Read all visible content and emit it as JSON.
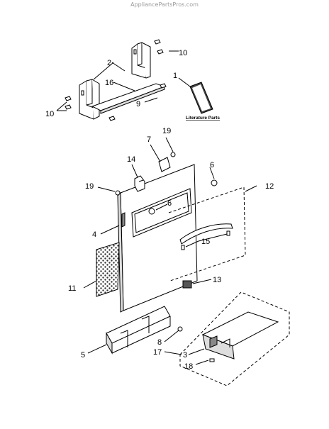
{
  "watermark": "AppliancePartsPros.com",
  "literature_label": "Literature Parts",
  "callouts": {
    "c1": "1",
    "c2": "2",
    "c3": "3",
    "c4": "4",
    "c5": "5",
    "c6a": "6",
    "c6b": "6",
    "c7": "7",
    "c8": "8",
    "c9": "9",
    "c10a": "10",
    "c10b": "10",
    "c11": "11",
    "c12": "12",
    "c13": "13",
    "c14": "14",
    "c15": "15",
    "c16": "16",
    "c17": "17",
    "c18": "18",
    "c19a": "19",
    "c19b": "19"
  },
  "colors": {
    "line": "#000000",
    "fill": "#ffffff",
    "shade": "#c8c8c8",
    "dark": "#555555"
  }
}
